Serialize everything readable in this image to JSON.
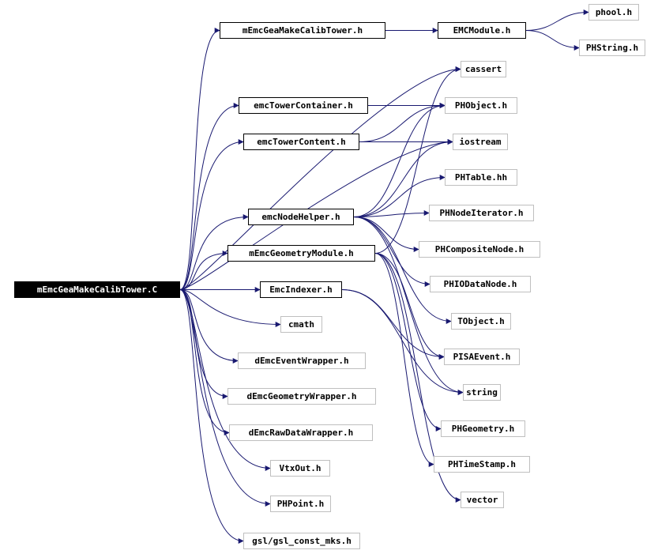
{
  "graph": {
    "root": "mEmcGeaMakeCalibTower.C",
    "nodes": [
      {
        "id": "root",
        "label": "mEmcGeaMakeCalibTower.C",
        "kind": "root"
      },
      {
        "id": "mEmcGeaMakeCalibTower_h",
        "label": "mEmcGeaMakeCalibTower.h",
        "kind": "linked"
      },
      {
        "id": "EMCModule_h",
        "label": "EMCModule.h",
        "kind": "linked"
      },
      {
        "id": "phool_h",
        "label": "phool.h",
        "kind": "external"
      },
      {
        "id": "PHString_h",
        "label": "PHString.h",
        "kind": "external"
      },
      {
        "id": "cassert",
        "label": "cassert",
        "kind": "external"
      },
      {
        "id": "emcTowerContainer_h",
        "label": "emcTowerContainer.h",
        "kind": "linked"
      },
      {
        "id": "PHObject_h",
        "label": "PHObject.h",
        "kind": "external"
      },
      {
        "id": "emcTowerContent_h",
        "label": "emcTowerContent.h",
        "kind": "linked"
      },
      {
        "id": "iostream",
        "label": "iostream",
        "kind": "external"
      },
      {
        "id": "PHTable_hh",
        "label": "PHTable.hh",
        "kind": "external"
      },
      {
        "id": "emcNodeHelper_h",
        "label": "emcNodeHelper.h",
        "kind": "linked"
      },
      {
        "id": "PHNodeIterator_h",
        "label": "PHNodeIterator.h",
        "kind": "external"
      },
      {
        "id": "mEmcGeometryModule_h",
        "label": "mEmcGeometryModule.h",
        "kind": "linked"
      },
      {
        "id": "PHCompositeNode_h",
        "label": "PHCompositeNode.h",
        "kind": "external"
      },
      {
        "id": "PHIODataNode_h",
        "label": "PHIODataNode.h",
        "kind": "external"
      },
      {
        "id": "EmcIndexer_h",
        "label": "EmcIndexer.h",
        "kind": "linked"
      },
      {
        "id": "cmath",
        "label": "cmath",
        "kind": "external"
      },
      {
        "id": "TObject_h",
        "label": "TObject.h",
        "kind": "external"
      },
      {
        "id": "PISAEvent_h",
        "label": "PISAEvent.h",
        "kind": "external"
      },
      {
        "id": "dEmcEventWrapper_h",
        "label": "dEmcEventWrapper.h",
        "kind": "external"
      },
      {
        "id": "string",
        "label": "string",
        "kind": "external"
      },
      {
        "id": "dEmcGeometryWrapper_h",
        "label": "dEmcGeometryWrapper.h",
        "kind": "external"
      },
      {
        "id": "PHGeometry_h",
        "label": "PHGeometry.h",
        "kind": "external"
      },
      {
        "id": "dEmcRawDataWrapper_h",
        "label": "dEmcRawDataWrapper.h",
        "kind": "external"
      },
      {
        "id": "PHTimeStamp_h",
        "label": "PHTimeStamp.h",
        "kind": "external"
      },
      {
        "id": "VtxOut_h",
        "label": "VtxOut.h",
        "kind": "external"
      },
      {
        "id": "vector",
        "label": "vector",
        "kind": "external"
      },
      {
        "id": "PHPoint_h",
        "label": "PHPoint.h",
        "kind": "external"
      },
      {
        "id": "gsl_const_mks_h",
        "label": "gsl/gsl_const_mks.h",
        "kind": "external"
      }
    ],
    "edges": [
      [
        "root",
        "mEmcGeaMakeCalibTower_h"
      ],
      [
        "root",
        "cassert"
      ],
      [
        "root",
        "emcTowerContainer_h"
      ],
      [
        "root",
        "emcTowerContent_h"
      ],
      [
        "root",
        "iostream"
      ],
      [
        "root",
        "emcNodeHelper_h"
      ],
      [
        "root",
        "mEmcGeometryModule_h"
      ],
      [
        "root",
        "EmcIndexer_h"
      ],
      [
        "root",
        "cmath"
      ],
      [
        "root",
        "dEmcEventWrapper_h"
      ],
      [
        "root",
        "dEmcGeometryWrapper_h"
      ],
      [
        "root",
        "dEmcRawDataWrapper_h"
      ],
      [
        "root",
        "VtxOut_h"
      ],
      [
        "root",
        "PHPoint_h"
      ],
      [
        "root",
        "gsl_const_mks_h"
      ],
      [
        "mEmcGeaMakeCalibTower_h",
        "EMCModule_h"
      ],
      [
        "EMCModule_h",
        "phool_h"
      ],
      [
        "EMCModule_h",
        "PHString_h"
      ],
      [
        "emcTowerContainer_h",
        "PHObject_h"
      ],
      [
        "emcTowerContent_h",
        "PHObject_h"
      ],
      [
        "emcTowerContent_h",
        "iostream"
      ],
      [
        "emcNodeHelper_h",
        "PHObject_h"
      ],
      [
        "emcNodeHelper_h",
        "iostream"
      ],
      [
        "emcNodeHelper_h",
        "PHTable_hh"
      ],
      [
        "emcNodeHelper_h",
        "PHNodeIterator_h"
      ],
      [
        "emcNodeHelper_h",
        "PHCompositeNode_h"
      ],
      [
        "emcNodeHelper_h",
        "PHIODataNode_h"
      ],
      [
        "emcNodeHelper_h",
        "TObject_h"
      ],
      [
        "emcNodeHelper_h",
        "string"
      ],
      [
        "mEmcGeometryModule_h",
        "cassert"
      ],
      [
        "mEmcGeometryModule_h",
        "PHGeometry_h"
      ],
      [
        "mEmcGeometryModule_h",
        "PHTimeStamp_h"
      ],
      [
        "mEmcGeometryModule_h",
        "PISAEvent_h"
      ],
      [
        "mEmcGeometryModule_h",
        "vector"
      ],
      [
        "EmcIndexer_h",
        "string"
      ],
      [
        "EmcIndexer_h",
        "PISAEvent_h"
      ]
    ]
  }
}
